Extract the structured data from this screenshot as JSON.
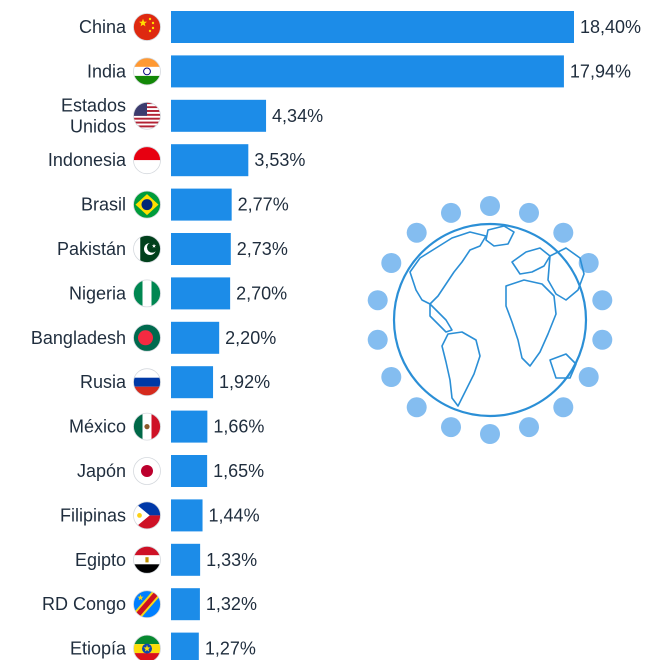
{
  "chart_data": {
    "type": "bar",
    "orientation": "horizontal",
    "categories": [
      [
        "China"
      ],
      [
        "India"
      ],
      [
        "Estados",
        "Unidos"
      ],
      [
        "Indonesia"
      ],
      [
        "Brasil"
      ],
      [
        "Pakistán"
      ],
      [
        "Nigeria"
      ],
      [
        "Bangladesh"
      ],
      [
        "Rusia"
      ],
      [
        "México"
      ],
      [
        "Japón"
      ],
      [
        "Filipinas"
      ],
      [
        "Egipto"
      ],
      [
        "RD Congo"
      ],
      [
        "Etiopía"
      ]
    ],
    "values": [
      18.4,
      17.94,
      4.34,
      3.53,
      2.77,
      2.73,
      2.7,
      2.2,
      1.92,
      1.66,
      1.65,
      1.44,
      1.33,
      1.32,
      1.27
    ],
    "value_labels": [
      "18,40%",
      "17,94%",
      "4,34%",
      "3,53%",
      "2,77%",
      "2,73%",
      "2,70%",
      "2,20%",
      "1,92%",
      "1,66%",
      "1,65%",
      "1,44%",
      "1,33%",
      "1,32%",
      "1,27%"
    ],
    "flags": [
      "china-flag",
      "india-flag",
      "usa-flag",
      "indonesia-flag",
      "brazil-flag",
      "pakistan-flag",
      "nigeria-flag",
      "bangladesh-flag",
      "russia-flag",
      "mexico-flag",
      "japan-flag",
      "philippines-flag",
      "egypt-flag",
      "drc-flag",
      "ethiopia-flag"
    ],
    "xlim": [
      0,
      18.4
    ],
    "grid": false,
    "legend": "none",
    "bar_color": "#1c8ce8"
  },
  "decoration": {
    "icon": "globe-with-people-icon",
    "line_color": "#2b8fd6",
    "dot_color": "#84bdf0"
  }
}
